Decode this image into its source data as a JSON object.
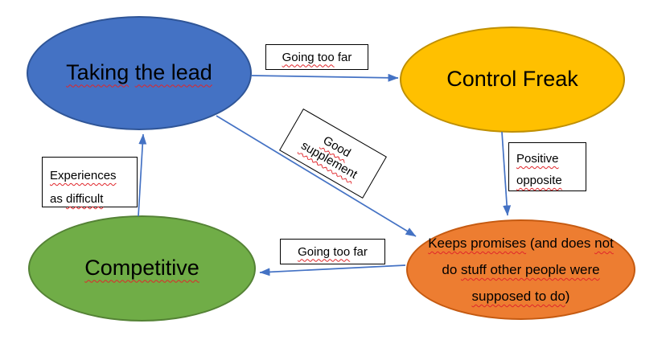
{
  "diagram": {
    "background": "#FFFFFF",
    "arrow_color": "#4472C4",
    "squiggle_color": "#E0252A",
    "nodes": {
      "taking_the_lead": {
        "fill": "#4472C4",
        "border": "#2F5597",
        "segments": [
          {
            "text": "Taking",
            "squiggle": true
          },
          {
            "text": " ",
            "squiggle": false
          },
          {
            "text": "the lead",
            "squiggle": true
          }
        ]
      },
      "control_freak": {
        "fill": "#FFC000",
        "border": "#BF8F00",
        "segments": [
          {
            "text": "Control Freak",
            "squiggle": false
          }
        ]
      },
      "competitive": {
        "fill": "#70AD47",
        "border": "#548235",
        "segments": [
          {
            "text": "Competitive",
            "squiggle": true
          }
        ]
      },
      "keeps_promises": {
        "fill": "#ED7D31",
        "border": "#C55A11",
        "lines": [
          {
            "segments": [
              {
                "text": "Keeps promises",
                "squiggle": true
              },
              {
                "text": " (and does ",
                "squiggle": false
              },
              {
                "text": "not",
                "squiggle": true
              }
            ]
          },
          {
            "segments": [
              {
                "text": "do ",
                "squiggle": false
              },
              {
                "text": "stuff other people were",
                "squiggle": true
              }
            ]
          },
          {
            "segments": [
              {
                "text": "supposed to do",
                "squiggle": true
              },
              {
                "text": ")",
                "squiggle": false
              }
            ]
          }
        ]
      }
    },
    "labels": {
      "going_too_far_top": {
        "segments": [
          {
            "text": "Going too",
            "squiggle": true
          },
          {
            "text": " far",
            "squiggle": false
          }
        ]
      },
      "positive_opposite": {
        "line1": {
          "text": "Positive",
          "squiggle": true
        },
        "line2": {
          "text": "opposite",
          "squiggle": true
        }
      },
      "good_supplement": {
        "line1": {
          "text": "Good",
          "squiggle": true
        },
        "line2": {
          "text": "supplement",
          "squiggle": true
        }
      },
      "experiences_as_difficult": {
        "line1": {
          "text": "Experiences",
          "squiggle": true
        },
        "line2_plain": {
          "text": "as ",
          "squiggle": false
        },
        "line2_sq": {
          "text": "difficult",
          "squiggle": true
        }
      },
      "going_too_far_bottom": {
        "segments": [
          {
            "text": "Going too",
            "squiggle": true
          },
          {
            "text": " far",
            "squiggle": false
          }
        ]
      }
    },
    "arrows": [
      {
        "name": "taking-the-lead-to-control-freak",
        "label": "Going too far"
      },
      {
        "name": "control-freak-to-keeps-promises",
        "label": "Positive opposite"
      },
      {
        "name": "keeps-promises-to-competitive",
        "label": "Going too far"
      },
      {
        "name": "competitive-to-taking-the-lead",
        "label": "Experiences as difficult"
      },
      {
        "name": "taking-the-lead-to-keeps-promises",
        "label": "Good supplement"
      }
    ]
  }
}
